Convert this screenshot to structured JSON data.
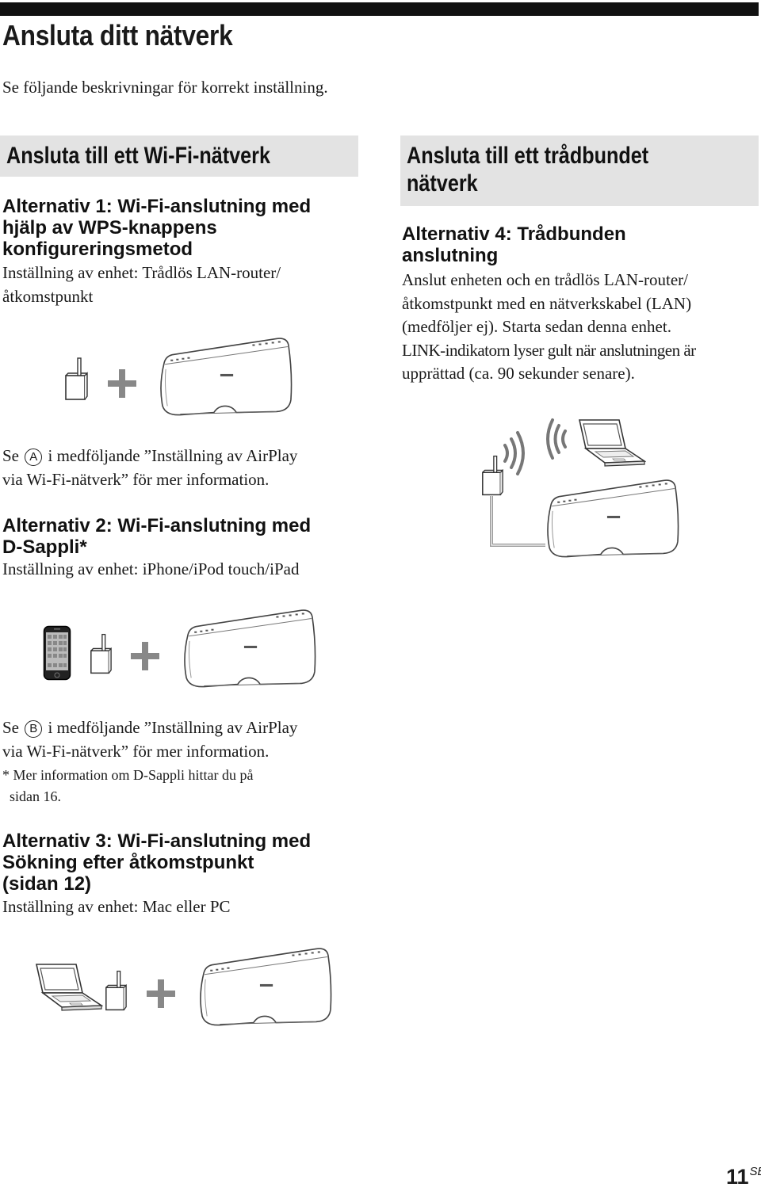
{
  "page": {
    "title": "Ansluta ditt nätverk",
    "intro": "Se följande beskrivningar för korrekt inställning.",
    "page_number": "11",
    "page_suffix": "SE"
  },
  "wifi_section": {
    "heading": "Ansluta till ett Wi-Fi-nätverk",
    "alt1": {
      "heading_lines": [
        "Alternativ 1: Wi-Fi-anslutning med",
        "hjälp av WPS-knappens",
        "konfigureringsmetod"
      ],
      "device_lines": [
        "Inställning av enhet: Trådlös LAN-router/",
        "åtkomstpunkt"
      ],
      "see_before": "Se",
      "see_letter": "A",
      "see_after": "i medföljande ”Inställning av AirPlay",
      "see_line2": "via Wi-Fi-nätverk” för mer information."
    },
    "alt2": {
      "heading_lines": [
        "Alternativ 2: Wi-Fi-anslutning med",
        "D-Sappli*"
      ],
      "device_line": "Inställning av enhet: iPhone/iPod touch/iPad",
      "see_before": "Se",
      "see_letter": "B",
      "see_after": "i medföljande ”Inställning av AirPlay",
      "see_line2": "via Wi-Fi-nätverk” för mer information.",
      "note_lines": [
        "* Mer information om D-Sappli hittar du på",
        "  sidan 16."
      ]
    },
    "alt3": {
      "heading_lines": [
        "Alternativ 3: Wi-Fi-anslutning med",
        "Sökning efter åtkomstpunkt",
        "(sidan 12)"
      ],
      "device_line": "Inställning av enhet: Mac eller PC"
    }
  },
  "wired_section": {
    "heading_lines": [
      "Ansluta till ett trådbundet",
      "nätverk"
    ],
    "alt4": {
      "heading_lines": [
        "Alternativ 4: Trådbunden",
        "anslutning"
      ],
      "body_lines": [
        "Anslut enheten och en trådlös LAN-router/",
        "åtkomstpunkt med en nätverkskabel (LAN)",
        "(medföljer ej). Starta sedan denna enhet.",
        "LINK-indikatorn lyser gult när anslutningen är",
        "upprättad (ca. 90 sekunder senare)."
      ]
    }
  },
  "icons": {
    "plus": "plus-icon",
    "router": "router-icon",
    "speaker": "speaker-dock-icon",
    "phone": "iphone-icon",
    "laptop": "laptop-icon",
    "wifi": "wifi-waves-icon"
  }
}
